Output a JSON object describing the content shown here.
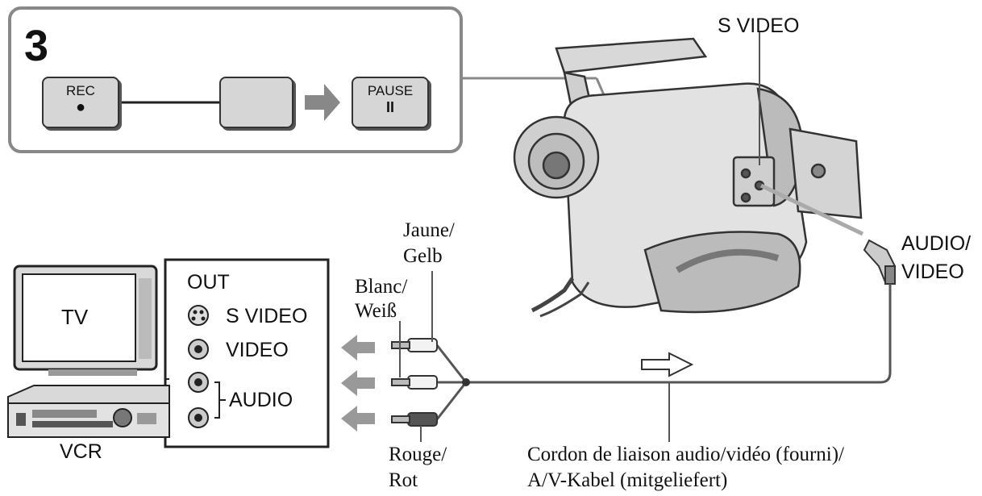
{
  "step": {
    "number": "3",
    "rec": {
      "label": "REC",
      "glyph": "●"
    },
    "pause": {
      "label": "PAUSE",
      "glyph": "II"
    }
  },
  "devices": {
    "tv": "TV",
    "vcr": "VCR"
  },
  "panel": {
    "out": "OUT",
    "s_video": "S VIDEO",
    "video": "VIDEO",
    "audio": "AUDIO"
  },
  "camcorder": {
    "s_video": "S VIDEO",
    "av_jack": [
      "AUDIO/",
      "VIDEO"
    ]
  },
  "plugs": {
    "yellow": [
      "Jaune/",
      "Gelb"
    ],
    "white": [
      "Blanc/",
      "Weiß"
    ],
    "red": [
      "Rouge/",
      "Rot"
    ]
  },
  "cable": [
    "Cordon de liaison audio/vidéo (fourni)/",
    "A/V-Kabel (mitgeliefert)"
  ],
  "colors": {
    "line": "#555555",
    "panel_fill": "#d9d9d9",
    "button_fill": "#d6d6d6",
    "arrow": "#888888"
  }
}
